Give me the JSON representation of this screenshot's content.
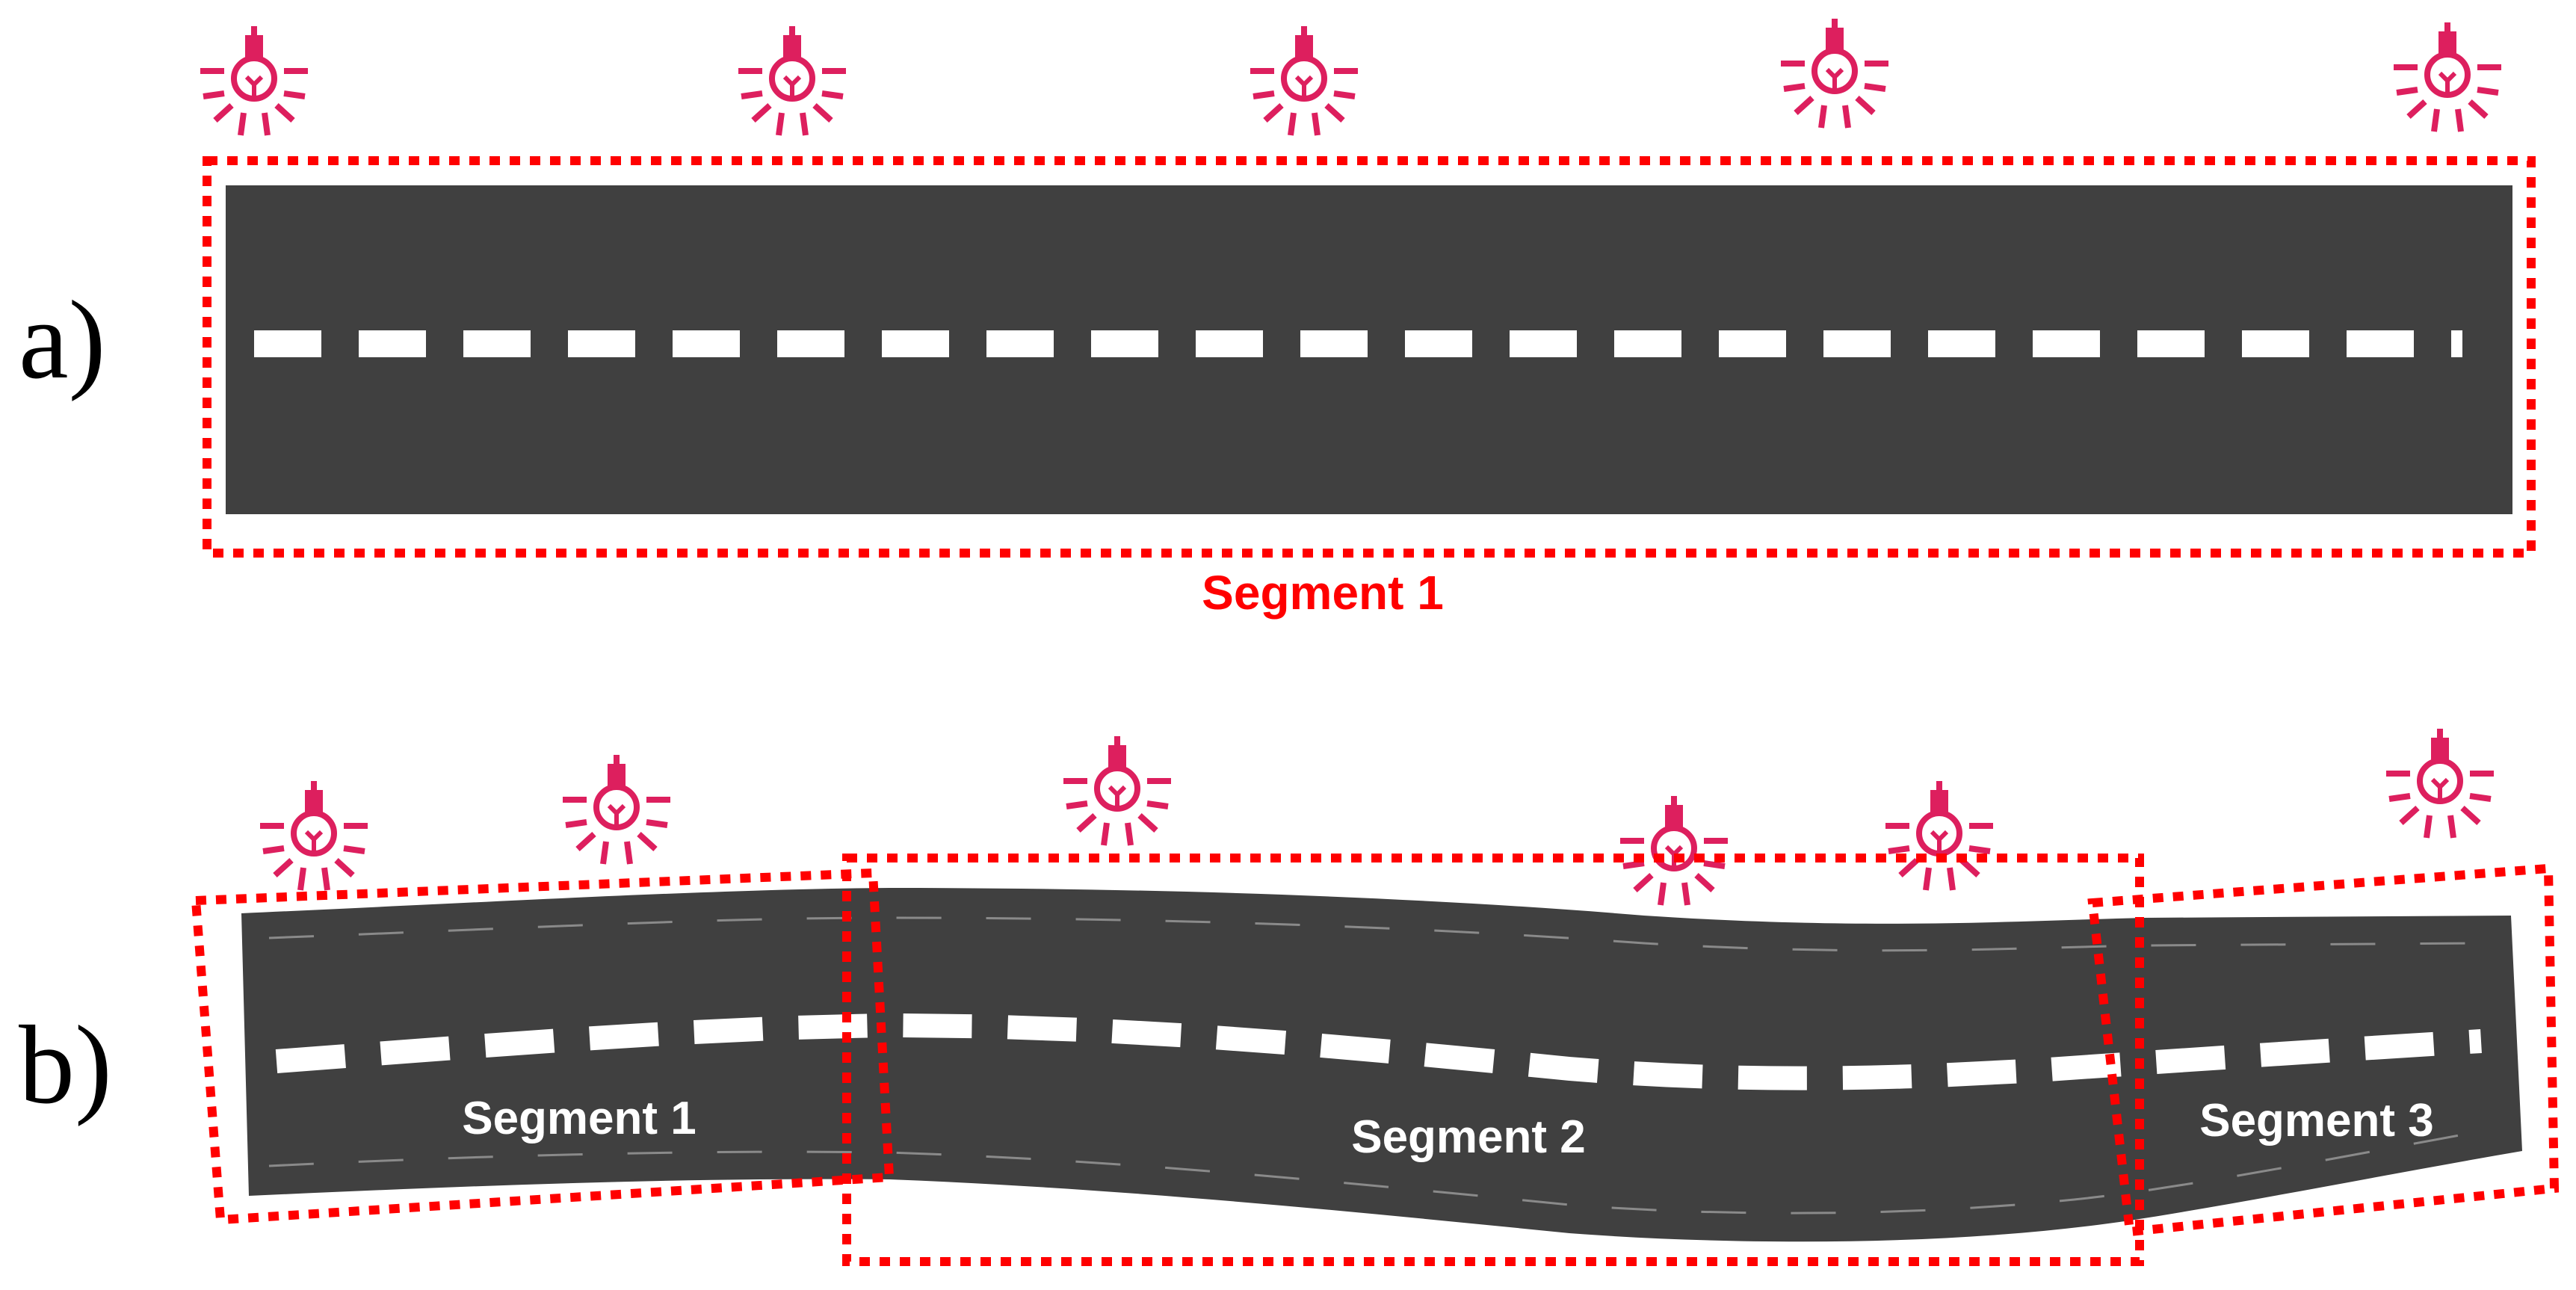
{
  "colors": {
    "road": "#404040",
    "lane_marking": "#ffffff",
    "segment_outline": "#ff0000",
    "lamp": "#dd1f5e",
    "label_text": "#000000"
  },
  "icons": [
    "light-bulb-icon"
  ],
  "panel_a": {
    "label": "a)",
    "segment_label": "Segment 1"
  },
  "panel_b": {
    "label": "b)",
    "segment_labels": [
      "Segment 1",
      "Segment 2",
      "Segment 3"
    ]
  }
}
